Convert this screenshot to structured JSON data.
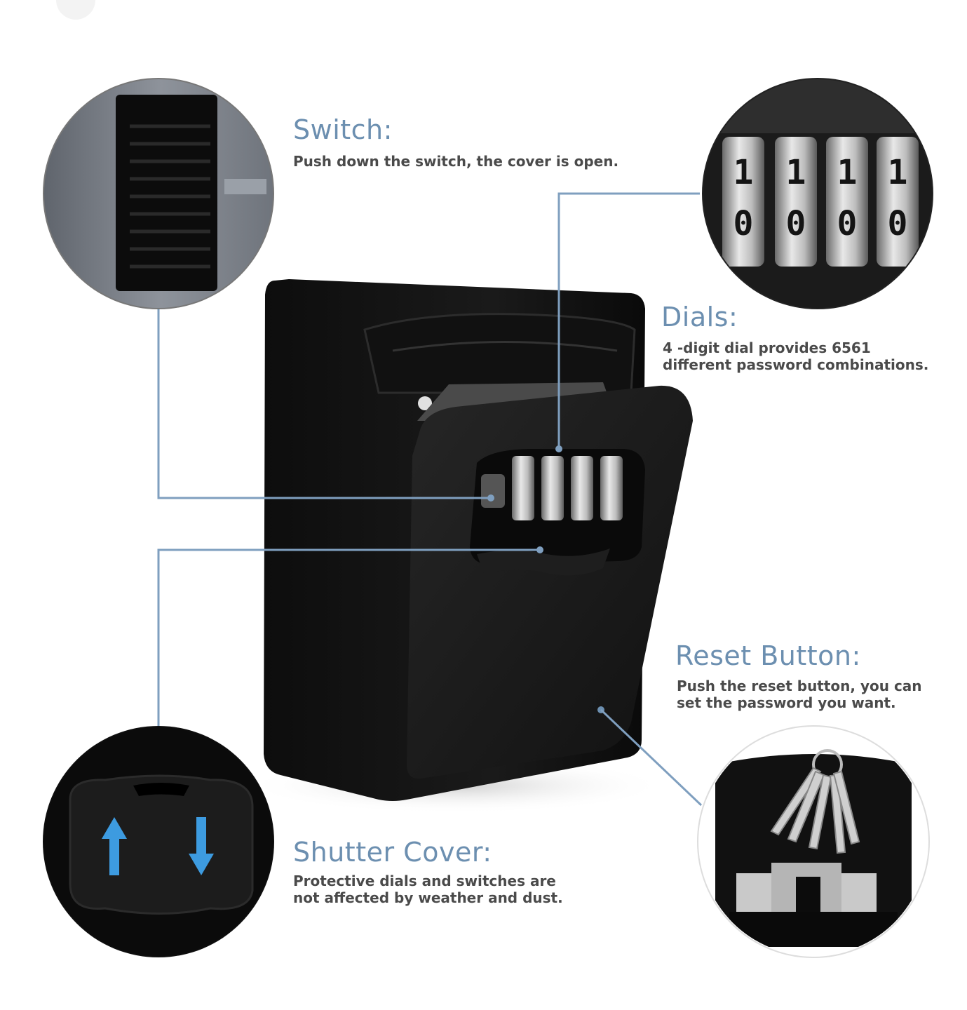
{
  "features": {
    "switch": {
      "title": "Switch:",
      "description": "Push down the switch, the cover is open."
    },
    "dials": {
      "title": "Dials:",
      "description_lines": [
        "4 -digit dial provides 6561",
        "different password combinations."
      ],
      "digits_top": [
        "1",
        "1",
        "1",
        "1"
      ],
      "digits_mid": [
        "0",
        "0",
        "0",
        "0"
      ]
    },
    "reset_button": {
      "title": "Reset Button:",
      "description_lines": [
        "Push the reset button, you can",
        "set the password you want."
      ]
    },
    "shutter_cover": {
      "title": "Shutter Cover:",
      "description_lines": [
        "Protective dials and switches are",
        "not affected by weather and dust."
      ]
    }
  },
  "colors": {
    "accent_blue": "#6c8fb0",
    "arrow_blue": "#3d9be0",
    "box_black": "#151515",
    "callout_line": "#7f9fbf"
  },
  "icons": [
    "up-arrow-icon",
    "down-arrow-icon"
  ]
}
